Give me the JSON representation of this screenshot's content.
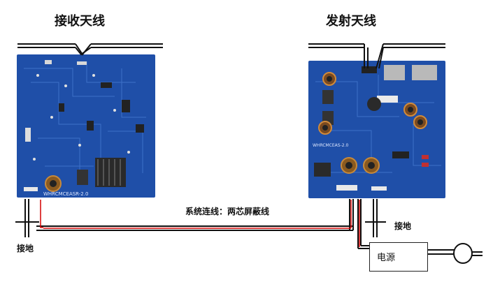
{
  "labels": {
    "receive_antenna": "接收天线",
    "transmit_antenna": "发射天线",
    "system_cable": "系统连线：两芯屏蔽线",
    "ground_left": "接地",
    "ground_right": "接地",
    "power_supply": "电源"
  },
  "boards": {
    "receiver_silkscreen": "WHRCMCEASR-2.0",
    "transmitter_silkscreen": "WHRCMCEAS-2.0"
  },
  "colors": {
    "pcb": "#1f4fa8",
    "trace": "#3a6fc8",
    "wire": "#111111",
    "signal": "#d40000"
  }
}
